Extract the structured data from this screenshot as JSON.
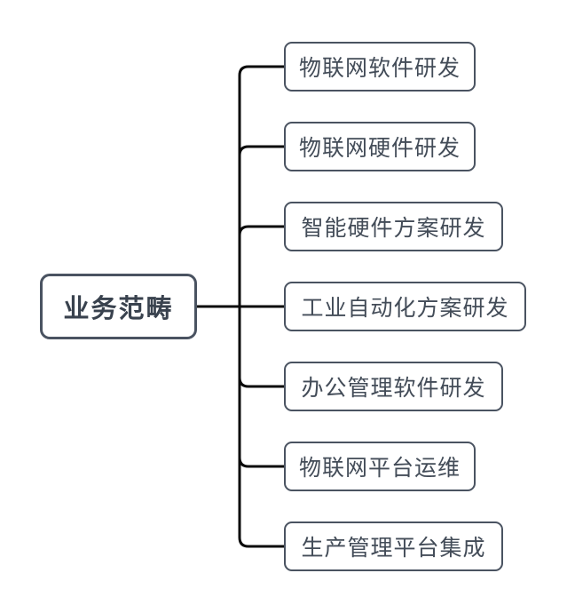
{
  "theme": {
    "background": "#ffffff",
    "node_border_color": "#4a5361",
    "node_text_color": "#434c58",
    "root_text_color": "#39424e",
    "line_color": "#0a0a0a"
  },
  "diagram": {
    "type": "mindmap",
    "root": {
      "label": "业务范畴"
    },
    "children": [
      {
        "label": "物联网软件研发"
      },
      {
        "label": "物联网硬件研发"
      },
      {
        "label": "智能硬件方案研发"
      },
      {
        "label": "工业自动化方案研发"
      },
      {
        "label": "办公管理软件研发"
      },
      {
        "label": "物联网平台运维"
      },
      {
        "label": "生产管理平台集成"
      }
    ]
  }
}
